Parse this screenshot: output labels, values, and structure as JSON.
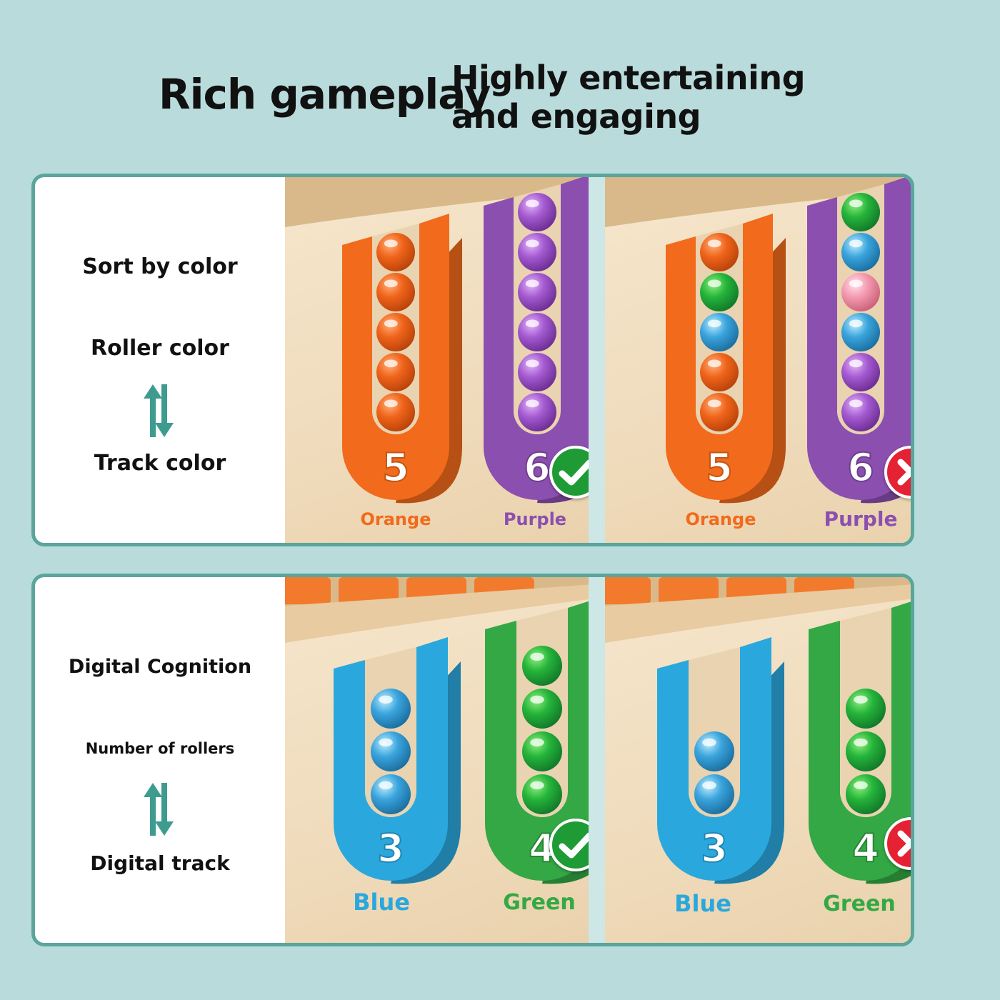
{
  "header": {
    "title": "Rich gameplay",
    "subtitle_line1": "Highly entertaining",
    "subtitle_line2": "and engaging"
  },
  "colors": {
    "background": "#b9dbdb",
    "panel_border": "#5aa59d",
    "orange": "#f26a1b",
    "purple": "#8b4fb0",
    "blue": "#2aa8de",
    "green": "#33a844",
    "check": "#1e9b35",
    "cross": "#e42233"
  },
  "panels": [
    {
      "labels": {
        "top": "Sort by color",
        "middle": "Roller color",
        "bottom": "Track color"
      },
      "arrow_icon": "up-down-arrows-icon",
      "scenes": [
        {
          "result_icon": "check-icon",
          "tracks": [
            {
              "number": "5",
              "name": "Orange",
              "color": "#f26a1b",
              "balls": [
                "orange",
                "orange",
                "orange",
                "orange",
                "orange"
              ]
            },
            {
              "number": "6",
              "name": "Purple",
              "color": "#8b4fb0",
              "balls": [
                "purple",
                "purple",
                "purple",
                "purple",
                "purple",
                "purple"
              ]
            }
          ]
        },
        {
          "result_icon": "cross-icon",
          "tracks": [
            {
              "number": "5",
              "name": "Orange",
              "color": "#f26a1b",
              "balls": [
                "orange",
                "green",
                "blue",
                "orange",
                "orange"
              ]
            },
            {
              "number": "6",
              "name": "Purple",
              "color": "#8b4fb0",
              "balls": [
                "green",
                "blue",
                "pink",
                "blue",
                "purple",
                "purple"
              ]
            }
          ]
        }
      ]
    },
    {
      "labels": {
        "top": "Digital Cognition",
        "middle": "Number of rollers",
        "bottom": "Digital track"
      },
      "arrow_icon": "up-down-arrows-icon",
      "scenes": [
        {
          "result_icon": "check-icon",
          "tracks": [
            {
              "number": "3",
              "name": "Blue",
              "color": "#2aa8de",
              "balls": [
                "blue",
                "blue",
                "blue"
              ]
            },
            {
              "number": "4",
              "name": "Green",
              "color": "#33a844",
              "balls": [
                "green",
                "green",
                "green",
                "green"
              ]
            }
          ]
        },
        {
          "result_icon": "cross-icon",
          "tracks": [
            {
              "number": "3",
              "name": "Blue",
              "color": "#2aa8de",
              "balls": [
                "blue",
                "blue"
              ]
            },
            {
              "number": "4",
              "name": "Green",
              "color": "#33a844",
              "balls": [
                "green",
                "green",
                "green"
              ]
            }
          ]
        }
      ]
    }
  ]
}
